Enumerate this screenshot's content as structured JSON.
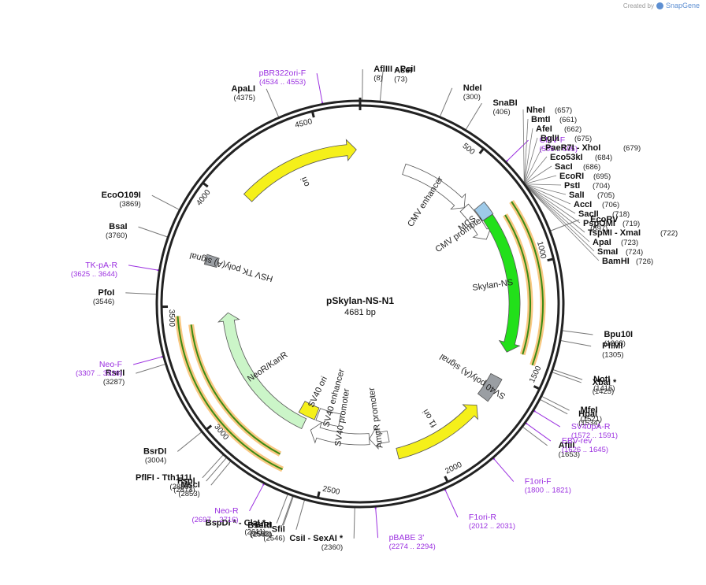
{
  "header": {
    "credit_prefix": "Created by",
    "credit_brand": "SnapGene"
  },
  "plasmid": {
    "name": "pSkylan-NS-N1",
    "size_label": "4681 bp",
    "length": 4681
  },
  "ticks": [
    "500",
    "1000",
    "1500",
    "2000",
    "2500",
    "3000",
    "3500",
    "4000",
    "4500"
  ],
  "features": [
    {
      "name": "CMV enhancer",
      "start": 235,
      "end": 614,
      "strand": 1,
      "color": "#ffffff"
    },
    {
      "name": "CMV promoter",
      "start": 615,
      "end": 818,
      "strand": 1,
      "color": "#ffffff"
    },
    {
      "name": "MCS",
      "start": 657,
      "end": 726,
      "strand": 0,
      "color": "#9ecae9"
    },
    {
      "name": "Skylan-NS",
      "start": 727,
      "end": 1407,
      "strand": 1,
      "color": "#22e01a"
    },
    {
      "name": "SV40 poly(A) signal",
      "start": 1535,
      "end": 1656,
      "strand": 0,
      "color": "#9a9ea3"
    },
    {
      "name": "f1 ori",
      "start": 1703,
      "end": 2158,
      "strand": -1,
      "color": "#f5f01a"
    },
    {
      "name": "AmpR promoter",
      "start": 2185,
      "end": 2289,
      "strand": 1,
      "color": "#ffffff"
    },
    {
      "name": "SV40 promoter",
      "start": 2290,
      "end": 2619,
      "strand": 1,
      "color": "#ffffff"
    },
    {
      "name": "SV40 enhancer",
      "start": 2470,
      "end": 2611,
      "strand": 0,
      "color": "#ffffff"
    },
    {
      "name": "SV40 ori",
      "start": 2620,
      "end": 2724,
      "strand": 0,
      "color": "#f5f01a"
    },
    {
      "name": "NeoR/KanR",
      "start": 2667,
      "end": 3461,
      "strand": 1,
      "color": "#cbf5c8"
    },
    {
      "name": "HSV TK poly(A) signal",
      "start": 3697,
      "end": 3744,
      "strand": 0,
      "color": "#9a9ea3"
    },
    {
      "name": "ori",
      "start": 4075,
      "end": 4663,
      "strand": 1,
      "color": "#f5f01a"
    }
  ],
  "orfs": [
    {
      "start": 727,
      "end": 1425,
      "strand": 1
    },
    {
      "start": 760,
      "end": 1395,
      "strand": -1
    },
    {
      "start": 2667,
      "end": 3461,
      "strand": 1
    },
    {
      "start": 2705,
      "end": 3420,
      "strand": -1
    }
  ],
  "sites": [
    {
      "name": "AflIII - PciI",
      "pos": "(8)",
      "at": 8
    },
    {
      "name": "AseI",
      "pos": "(73)",
      "at": 73
    },
    {
      "name": "NdeI",
      "pos": "(300)",
      "at": 300
    },
    {
      "name": "SnaBI",
      "pos": "(406)",
      "at": 406
    },
    {
      "name": "NheI",
      "pos": "(657)",
      "at": 657
    },
    {
      "name": "BmtI",
      "pos": "(661)",
      "at": 661
    },
    {
      "name": "AfeI",
      "pos": "(662)",
      "at": 662
    },
    {
      "name": "BglII",
      "pos": "(675)",
      "at": 675
    },
    {
      "name": "PaeR7I - XhoI",
      "pos": "(679)",
      "at": 679
    },
    {
      "name": "Eco53kI",
      "pos": "(684)",
      "at": 684
    },
    {
      "name": "SacI",
      "pos": "(686)",
      "at": 686
    },
    {
      "name": "EcoRI",
      "pos": "(695)",
      "at": 695
    },
    {
      "name": "PstI",
      "pos": "(704)",
      "at": 704
    },
    {
      "name": "SalI",
      "pos": "(705)",
      "at": 705
    },
    {
      "name": "AccI",
      "pos": "(706)",
      "at": 706
    },
    {
      "name": "SacII",
      "pos": "(718)",
      "at": 718
    },
    {
      "name": "PspOMI",
      "pos": "(719)",
      "at": 719
    },
    {
      "name": "TspMI - XmaI",
      "pos": "(722)",
      "at": 722
    },
    {
      "name": "ApaI",
      "pos": "(723)",
      "at": 723
    },
    {
      "name": "SmaI",
      "pos": "(724)",
      "at": 724
    },
    {
      "name": "BamHI",
      "pos": "(726)",
      "at": 726
    },
    {
      "name": "EcoRV",
      "pos": "(897)",
      "at": 897
    },
    {
      "name": "Bpu10I",
      "pos": "(1268)",
      "at": 1268
    },
    {
      "name": "PflMI",
      "pos": "(1305)",
      "at": 1305
    },
    {
      "name": "NotI",
      "pos": "(1415)",
      "at": 1415
    },
    {
      "name": "XbaI *",
      "pos": "(1425)",
      "at": 1425
    },
    {
      "name": "MfeI",
      "pos": "(1521)",
      "at": 1521
    },
    {
      "name": "HpaI",
      "pos": "(1534)",
      "at": 1534
    },
    {
      "name": "AflII",
      "pos": "(1653)",
      "at": 1653
    },
    {
      "name": "SfiI",
      "pos": "(2546)",
      "at": 2546
    },
    {
      "name": "BseRI",
      "pos": "(2589)",
      "at": 2589
    },
    {
      "name": "StuI",
      "pos": "(2592)",
      "at": 2592
    },
    {
      "name": "BspDI * - ClaI *",
      "pos": "(2611)",
      "at": 2611
    },
    {
      "name": "MscI",
      "pos": "(2853)",
      "at": 2853
    },
    {
      "name": "FspI",
      "pos": "(2873)",
      "at": 2873
    },
    {
      "name": "PflFI - Tth111I",
      "pos": "(2889)",
      "at": 2889
    },
    {
      "name": "BsrDI",
      "pos": "(3004)",
      "at": 3004
    },
    {
      "name": "RsrII",
      "pos": "(3287)",
      "at": 3287
    },
    {
      "name": "PfoI",
      "pos": "(3546)",
      "at": 3546
    },
    {
      "name": "BsaI",
      "pos": "(3760)",
      "at": 3760
    },
    {
      "name": "EcoO109I",
      "pos": "(3869)",
      "at": 3869
    },
    {
      "name": "ApaLI",
      "pos": "(4375)",
      "at": 4375
    },
    {
      "name": "CsiI - SexAI *",
      "pos": "(2360)",
      "at": 2360
    }
  ],
  "primers": [
    {
      "name": "pBR322ori-F",
      "pos": "(4534 .. 4553)",
      "at": 4543
    },
    {
      "name": "CMV-F",
      "pos": "(585 .. 605)",
      "at": 595
    },
    {
      "name": "SV40pA-R",
      "pos": "(1572 .. 1591)",
      "at": 1581
    },
    {
      "name": "EBV-rev",
      "pos": "(1626 .. 1645)",
      "at": 1635
    },
    {
      "name": "F1ori-F",
      "pos": "(1800 .. 1821)",
      "at": 1810
    },
    {
      "name": "F1ori-R",
      "pos": "(2012 .. 2031)",
      "at": 2021
    },
    {
      "name": "pBABE 3'",
      "pos": "(2274 .. 2294)",
      "at": 2284
    },
    {
      "name": "Neo-R",
      "pos": "(2697 .. 2716)",
      "at": 2706
    },
    {
      "name": "Neo-F",
      "pos": "(3307 .. 3326)",
      "at": 3316
    },
    {
      "name": "TK-pA-R",
      "pos": "(3625 .. 3644)",
      "at": 3634
    }
  ]
}
